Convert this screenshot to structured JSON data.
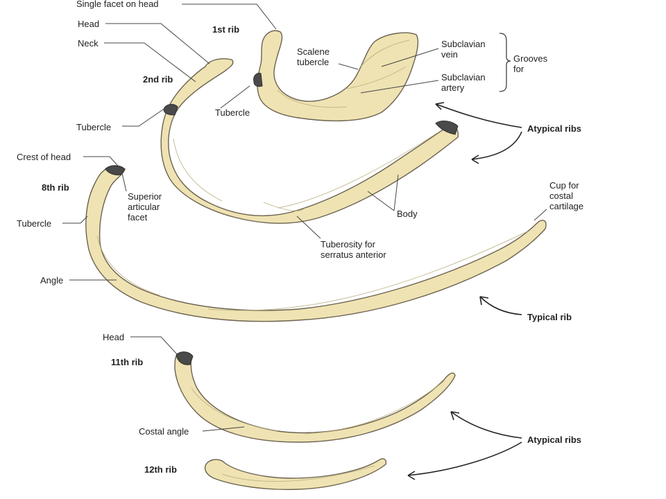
{
  "labels": {
    "single_facet_on_head": "Single facet on head",
    "head_top": "Head",
    "neck": "Neck",
    "rib1": "1st rib",
    "rib2": "2nd rib",
    "scalene_tubercle": "Scalene\ntubercle",
    "subclavian_vein": "Subclavian\nvein",
    "subclavian_artery": "Subclavian\nartery",
    "grooves_for": "Grooves\nfor",
    "tubercle_rib1": "Tubercle",
    "tubercle_rib2": "Tubercle",
    "atypical_ribs_top": "Atypical ribs",
    "crest_of_head": "Crest of head",
    "rib8": "8th rib",
    "superior_articular_facet": "Superior\narticular\nfacet",
    "tubercle_rib8": "Tubercle",
    "body": "Body",
    "cup_for_costal_cartilage": "Cup for\ncostal\ncartilage",
    "tuberosity_serratus": "Tuberosity for\nserratus anterior",
    "angle": "Angle",
    "typical_rib": "Typical rib",
    "head_bottom": "Head",
    "rib11": "11th rib",
    "costal_angle": "Costal angle",
    "atypical_ribs_bottom": "Atypical ribs",
    "rib12": "12th rib"
  }
}
